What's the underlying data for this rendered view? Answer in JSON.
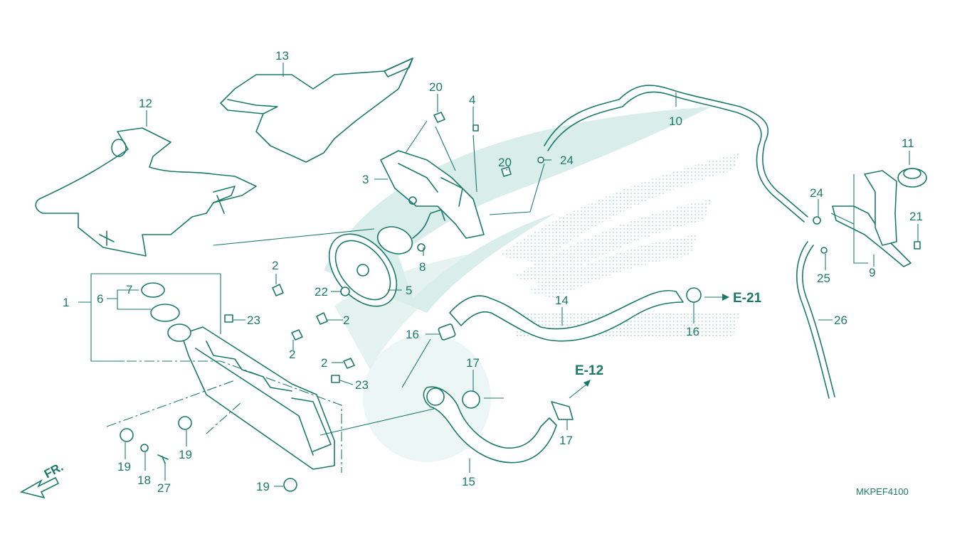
{
  "diagram_code": "MKPEF4100",
  "front_marker": "FR.",
  "references": {
    "e21": "E-21",
    "e12": "E-12"
  },
  "callouts": {
    "c1": "1",
    "c2a": "2",
    "c2b": "2",
    "c2c": "2",
    "c2d": "2",
    "c3": "3",
    "c4": "4",
    "c5": "5",
    "c6": "6",
    "c7": "7",
    "c8": "8",
    "c9": "9",
    "c10": "10",
    "c11": "11",
    "c12": "12",
    "c13": "13",
    "c14": "14",
    "c15": "15",
    "c16a": "16",
    "c16b": "16",
    "c17a": "17",
    "c17b": "17",
    "c18": "18",
    "c19a": "19",
    "c19b": "19",
    "c19c": "19",
    "c20a": "20",
    "c20b": "20",
    "c21": "21",
    "c22": "22",
    "c23a": "23",
    "c23b": "23",
    "c24a": "24",
    "c24b": "24",
    "c25": "25",
    "c26": "26",
    "c27": "27"
  },
  "colors": {
    "line": "#1a7a6a",
    "watermark": "#d9eeea"
  }
}
